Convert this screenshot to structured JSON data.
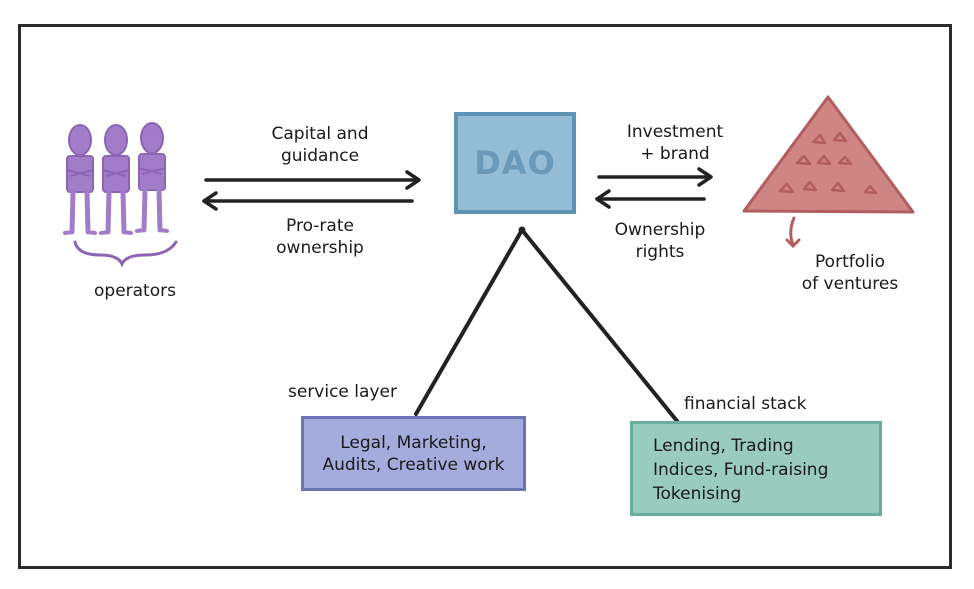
{
  "diagram": {
    "operators": {
      "label": "operators",
      "count": 3,
      "color": "#a27cc9"
    },
    "flow_left": {
      "to_dao_label": "Capital and guidance",
      "to_dao_line1": "Capital and",
      "to_dao_line2": "guidance",
      "from_dao_line1": "Pro-rate",
      "from_dao_line2": "ownership"
    },
    "dao": {
      "label": "DAO",
      "color": "#94bcd4"
    },
    "flow_right": {
      "to_portfolio_line1": "Investment",
      "to_portfolio_line2": "+ brand",
      "from_portfolio_line1": "Ownership",
      "from_portfolio_line2": "rights"
    },
    "portfolio": {
      "line1": "Portfolio",
      "line2": "of ventures",
      "color": "#d08585",
      "ventures_count": 9
    },
    "service_layer": {
      "title": "service layer",
      "line1": "Legal, Marketing,",
      "line2": "Audits, Creative work",
      "color": "#a3acdc"
    },
    "financial_stack": {
      "title": "financial stack",
      "line1": "Lending, Trading",
      "line2": "Indices, Fund-raising",
      "line3": "Tokenising",
      "color": "#99cbbf"
    }
  }
}
